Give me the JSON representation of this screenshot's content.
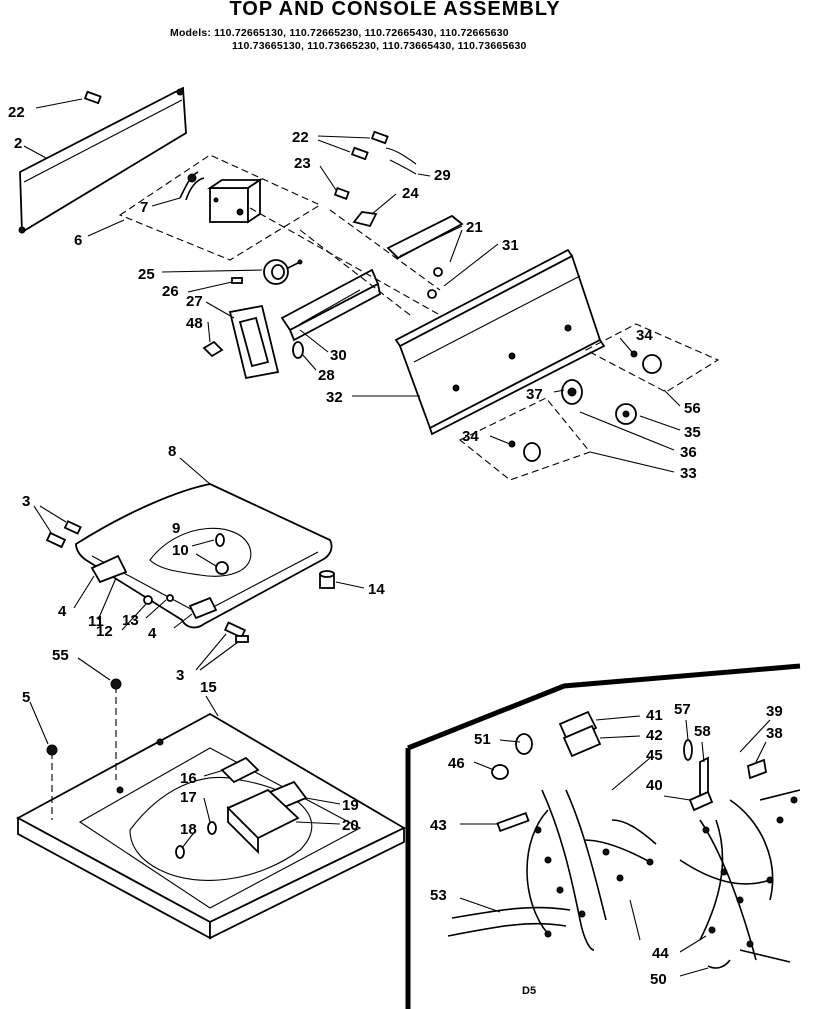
{
  "header": {
    "title": "TOP AND CONSOLE ASSEMBLY",
    "models_line1": "Models: 110.72665130, 110.72665230, 110.72665430, 110.72665630",
    "models_line2": "110.73665130, 110.73665230, 110.73665430, 110.73665630"
  },
  "footer": {
    "code": "D5"
  },
  "labels": {
    "l22a": "22",
    "l2": "2",
    "l6": "6",
    "l7": "7",
    "l22b": "22",
    "l23": "23",
    "l24": "24",
    "l29": "29",
    "l21": "21",
    "l31": "31",
    "l25": "25",
    "l26": "26",
    "l27": "27",
    "l48": "48",
    "l30": "30",
    "l28": "28",
    "l32": "32",
    "l34a": "34",
    "l56": "56",
    "l37": "37",
    "l35": "35",
    "l36": "36",
    "l34b": "34",
    "l33": "33",
    "l8": "8",
    "l3a": "3",
    "l9": "9",
    "l10": "10",
    "l14": "14",
    "l4a": "4",
    "l11": "11",
    "l12": "12",
    "l13": "13",
    "l4b": "4",
    "l3b": "3",
    "l55": "55",
    "l5": "5",
    "l15": "15",
    "l16": "16",
    "l17": "17",
    "l19": "19",
    "l18": "18",
    "l20": "20",
    "l51": "51",
    "l41": "41",
    "l42": "42",
    "l46": "46",
    "l45": "45",
    "l57": "57",
    "l58": "58",
    "l39": "39",
    "l38": "38",
    "l40": "40",
    "l43": "43",
    "l53": "53",
    "l44": "44",
    "l50": "50"
  }
}
